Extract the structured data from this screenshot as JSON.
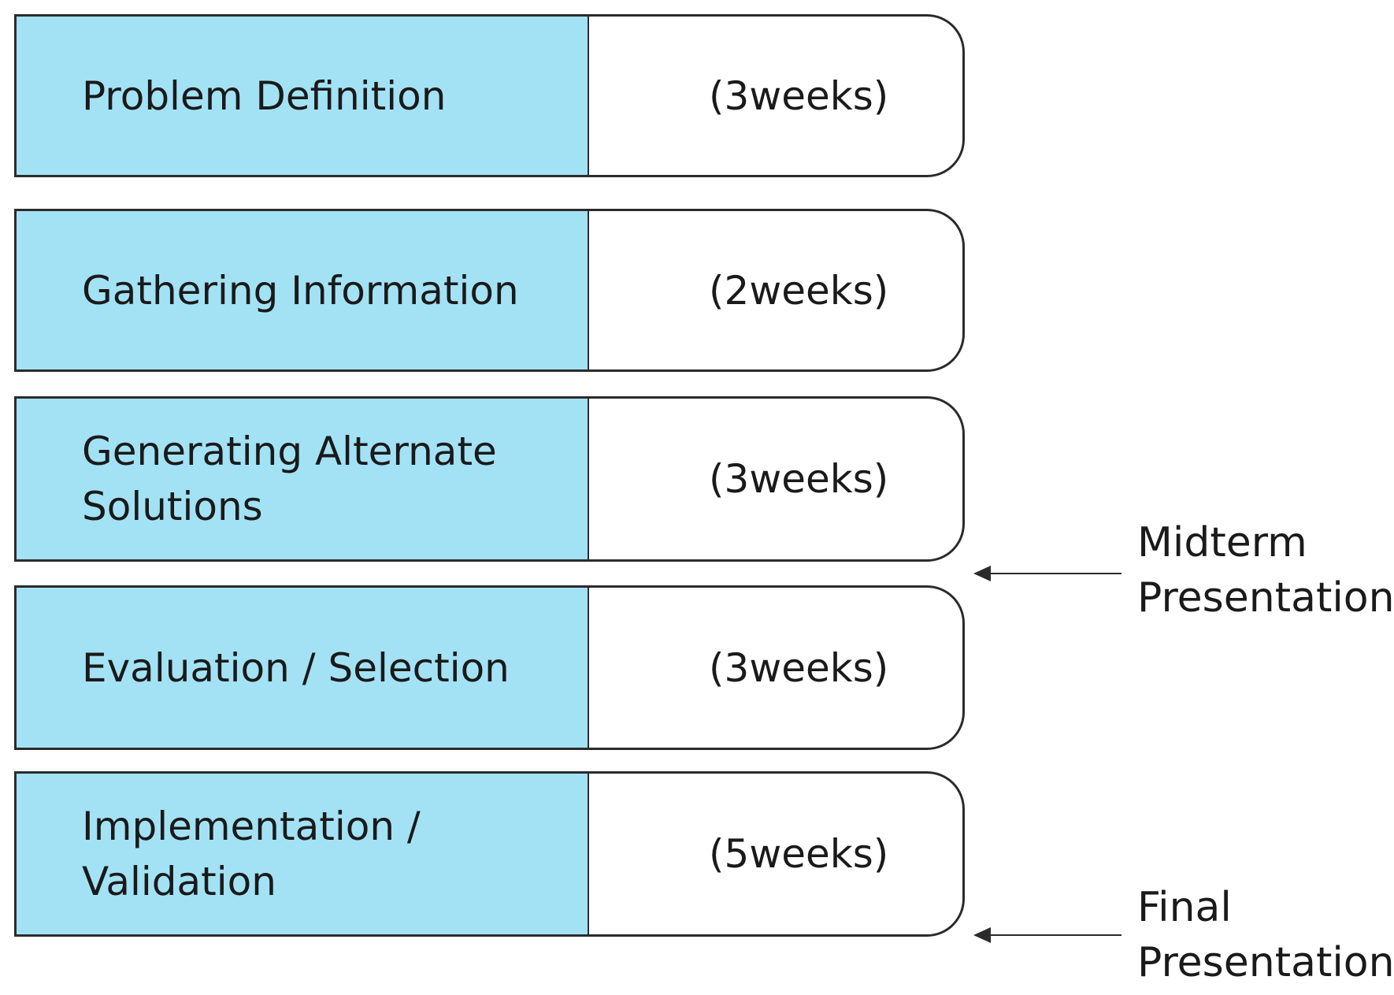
{
  "stages": [
    {
      "name": "Problem Definition",
      "duration": "(3weeks)"
    },
    {
      "name": "Gathering Information",
      "duration": "(2weeks)"
    },
    {
      "name": "Generating Alternate\nSolutions",
      "duration": "(3weeks)"
    },
    {
      "name": "Evaluation / Selection",
      "duration": "(3weeks)"
    },
    {
      "name": "Implementation /\nValidation",
      "duration": "(5weeks)"
    }
  ],
  "milestones": [
    {
      "label": "Midterm\nPresentation"
    },
    {
      "label": "Final\nPresentation"
    }
  ],
  "colors": {
    "stage_fill": "#a3e2f5",
    "outline": "#2b2b2b"
  }
}
